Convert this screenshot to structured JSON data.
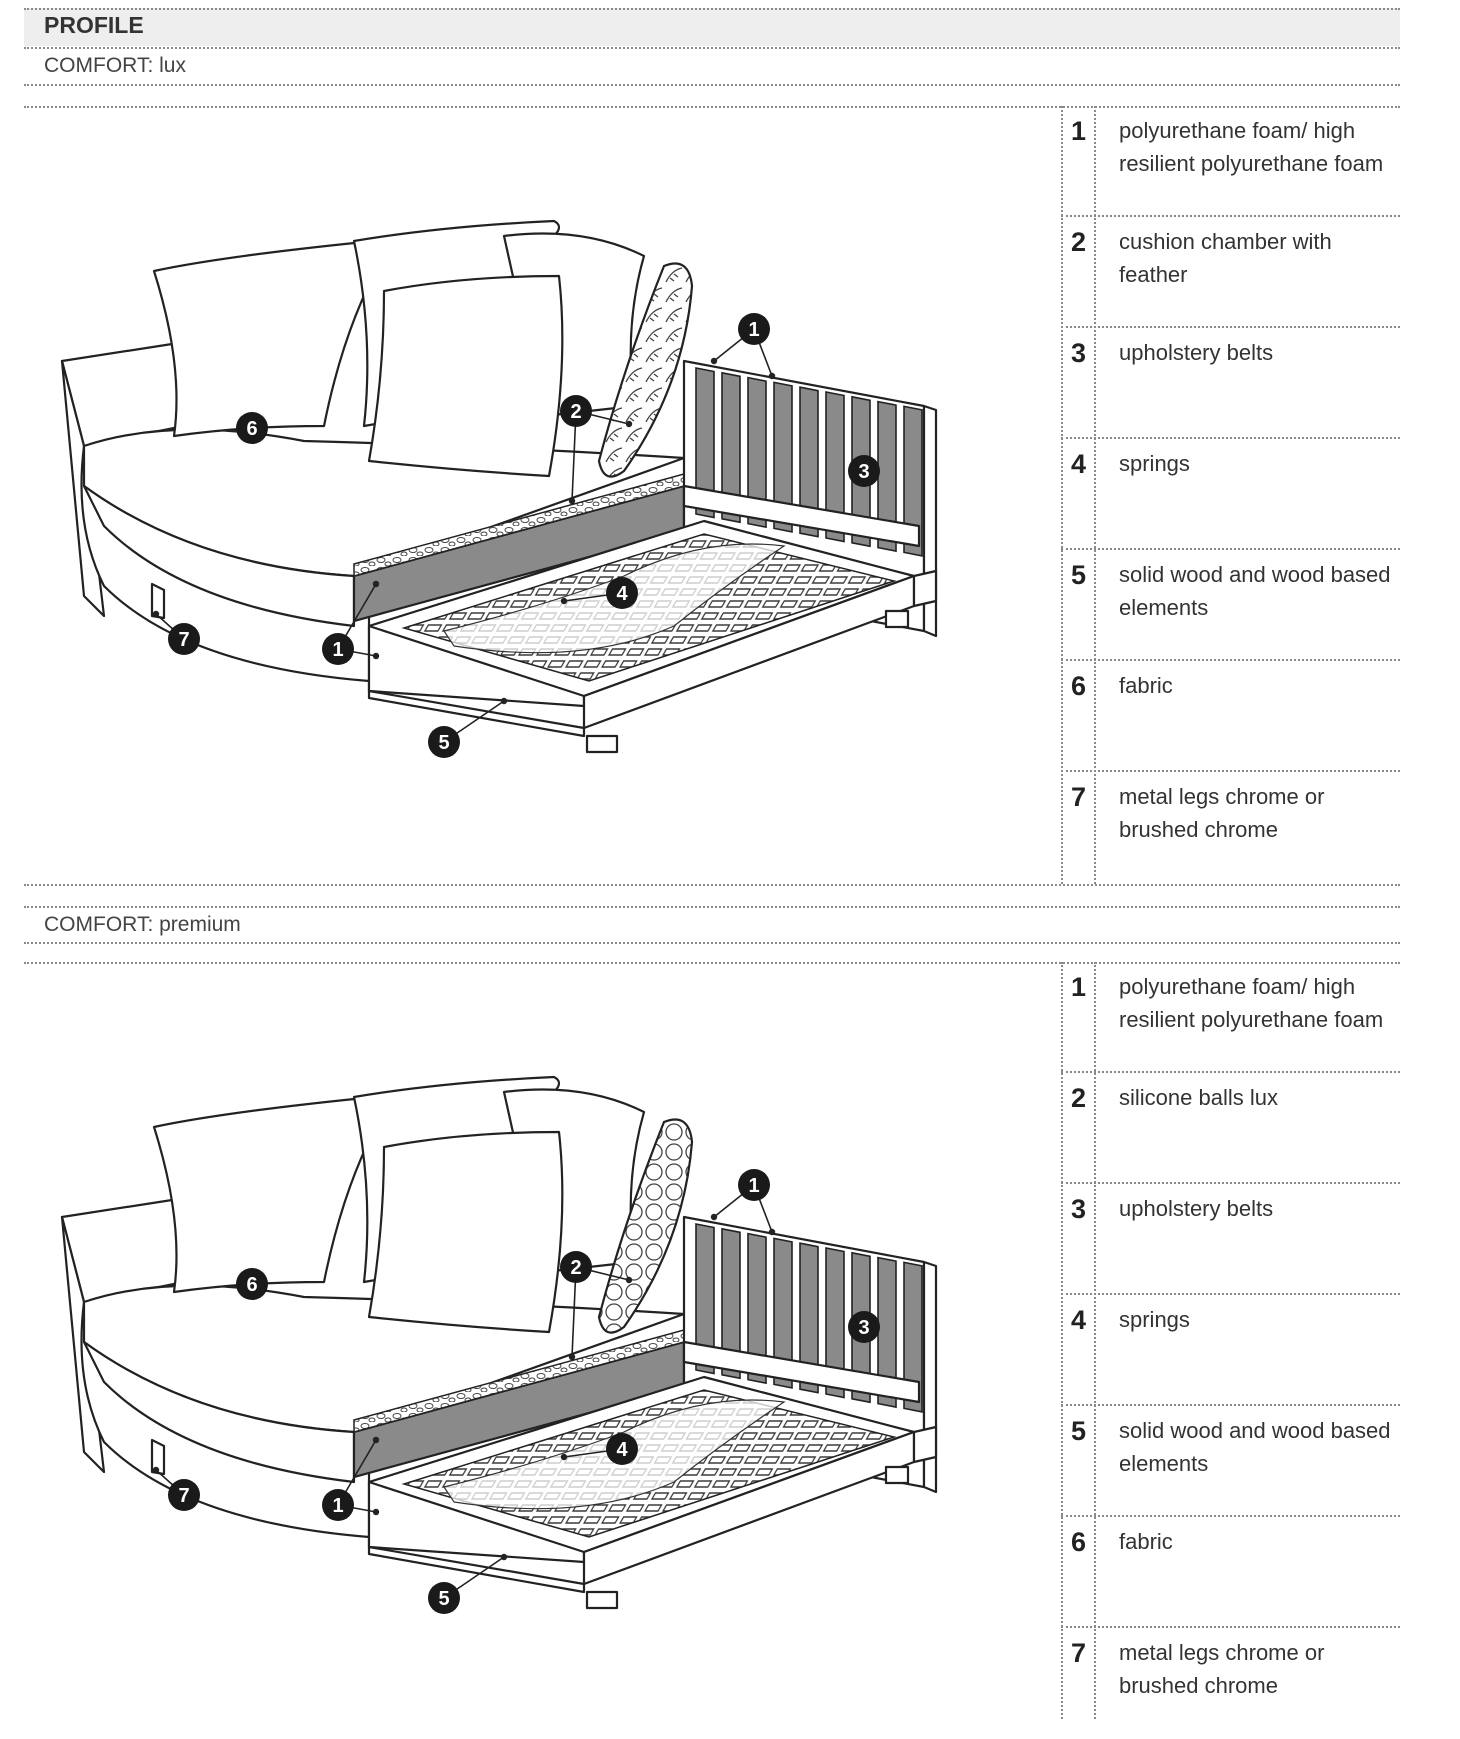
{
  "header": {
    "title": "PROFILE"
  },
  "sections": [
    {
      "comfort_label": "COMFORT: lux",
      "legend": [
        {
          "num": "1",
          "text": "polyurethane foam/ high resilient polyurethane foam"
        },
        {
          "num": "2",
          "text": "cushion chamber with feather"
        },
        {
          "num": "3",
          "text": "upholstery belts"
        },
        {
          "num": "4",
          "text": "springs"
        },
        {
          "num": "5",
          "text": "solid wood and wood based elements"
        },
        {
          "num": "6",
          "text": "fabric"
        },
        {
          "num": "7",
          "text": "metal legs chrome or brushed chrome"
        }
      ],
      "callouts": [
        "1",
        "2",
        "3",
        "4",
        "5",
        "6",
        "7",
        "1"
      ]
    },
    {
      "comfort_label": "COMFORT: premium",
      "legend": [
        {
          "num": "1",
          "text": "polyurethane foam/ high resilient polyurethane foam"
        },
        {
          "num": "2",
          "text": "silicone balls lux"
        },
        {
          "num": "3",
          "text": "upholstery belts"
        },
        {
          "num": "4",
          "text": "springs"
        },
        {
          "num": "5",
          "text": "solid wood and wood based elements"
        },
        {
          "num": "6",
          "text": "fabric"
        },
        {
          "num": "7",
          "text": "metal legs chrome or brushed chrome"
        }
      ],
      "callouts": [
        "1",
        "2",
        "3",
        "4",
        "5",
        "6",
        "7",
        "1"
      ]
    }
  ]
}
